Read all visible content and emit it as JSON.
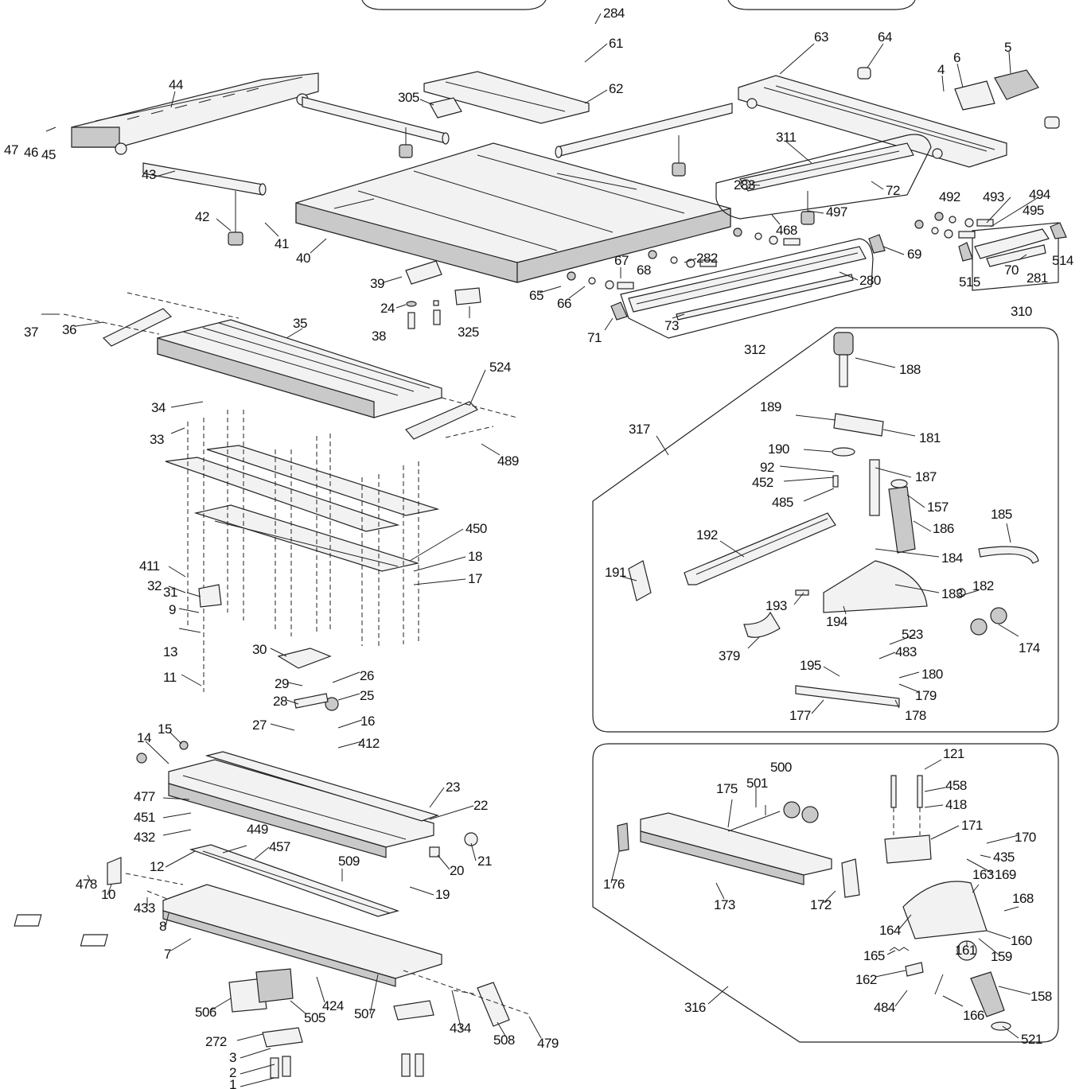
{
  "diagram": {
    "callouts": {
      "p284": "284",
      "p64": "64",
      "p61": "61",
      "p62": "62",
      "p63": "63",
      "p6": "6",
      "p5": "5",
      "p4": "4",
      "p44": "44",
      "p305": "305",
      "p311": "311",
      "p47": "47",
      "p46": "46",
      "p45": "45",
      "p43": "43",
      "p283": "283",
      "p72": "72",
      "p492": "492",
      "p493": "493",
      "p494": "494",
      "p495": "495",
      "p497": "497",
      "p42": "42",
      "p41": "41",
      "p468": "468",
      "p40": "40",
      "p282": "282",
      "p69": "69",
      "p514": "514",
      "p70": "70",
      "p281": "281",
      "p39": "39",
      "p67": "67",
      "p68": "68",
      "p280": "280",
      "p515": "515",
      "p24": "24",
      "p65": "65",
      "p66": "66",
      "p310": "310",
      "p38": "38",
      "p325": "325",
      "p73": "73",
      "p71": "71",
      "p37": "37",
      "p36": "36",
      "p35": "35",
      "p312": "312",
      "p188": "188",
      "p524": "524",
      "p34": "34",
      "p189": "189",
      "p181": "181",
      "p33": "33",
      "p317": "317",
      "p489": "489",
      "p190": "190",
      "p187": "187",
      "p92": "92",
      "p452": "452",
      "p157": "157",
      "p485": "485",
      "p186": "186",
      "p185": "185",
      "p450": "450",
      "p192": "192",
      "p184": "184",
      "p18": "18",
      "p411": "411",
      "p17": "17",
      "p32": "32",
      "p191": "191",
      "p183": "183",
      "p182": "182",
      "p193": "193",
      "p31": "31",
      "p9": "9",
      "p174": "174",
      "p194": "194",
      "p523": "523",
      "p379": "379",
      "p13": "13",
      "p483": "483",
      "p30": "30",
      "p195": "195",
      "p180": "180",
      "p26": "26",
      "p11": "11",
      "p179": "179",
      "p29": "29",
      "p25": "25",
      "p28": "28",
      "p177": "177",
      "p178": "178",
      "p27": "27",
      "p16": "16",
      "p14": "14",
      "p412": "412",
      "p15": "15",
      "p121": "121",
      "p500": "500",
      "p175": "175",
      "p501": "501",
      "p458": "458",
      "p23": "23",
      "p418": "418",
      "p477": "477",
      "p22": "22",
      "p451": "451",
      "p171": "171",
      "p432": "432",
      "p170": "170",
      "p449": "449",
      "p21": "21",
      "p12": "12",
      "p457": "457",
      "p176": "176",
      "p435": "435",
      "p509": "509",
      "p169": "169",
      "p20": "20",
      "p163": "163",
      "p478": "478",
      "p168": "168",
      "p19": "19",
      "p10": "10",
      "p433": "433",
      "p173": "173",
      "p8": "8",
      "p172": "172",
      "p164": "164",
      "p160": "160",
      "p7": "7",
      "p161": "161",
      "p159": "159",
      "p165": "165",
      "p424": "424",
      "p162": "162",
      "p506": "506",
      "p505": "505",
      "p507": "507",
      "p158": "158",
      "p316": "316",
      "p434": "434",
      "p484": "484",
      "p166": "166",
      "p272": "272",
      "p508": "508",
      "p479": "479",
      "p3": "3",
      "p2": "2",
      "p1": "1",
      "p521": "521"
    }
  }
}
